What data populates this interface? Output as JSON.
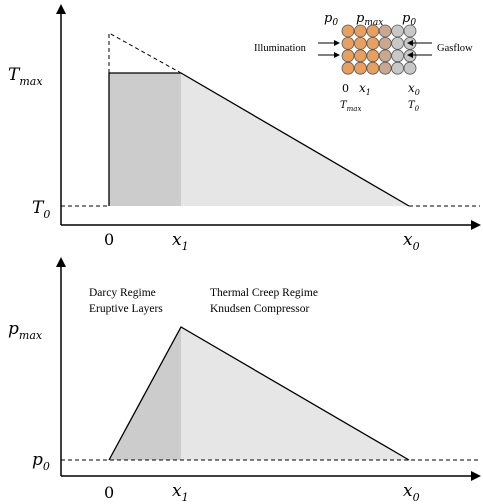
{
  "top_plot": {
    "y_labels": {
      "tmax_base": "T",
      "tmax_sub": "max",
      "t0_base": "T",
      "t0_sub": "0"
    },
    "x_labels": {
      "zero": "0",
      "x1_base": "x",
      "x1_sub": "1",
      "x0_base": "x",
      "x0_sub": "0"
    },
    "inset": {
      "p0_left_base": "p",
      "p0_left_sub": "0",
      "pmax_base": "p",
      "pmax_sub": "max",
      "p0_right_base": "p",
      "p0_right_sub": "0",
      "illumination": "Illumination",
      "gasflow": "Gasflow",
      "zero": "0",
      "x1_base": "x",
      "x1_sub": "1",
      "x0_base": "x",
      "x0_sub": "0",
      "tmax_base": "T",
      "tmax_sub": "max",
      "t0_base": "T",
      "t0_sub": "0",
      "colors": {
        "warm": "#e8a060",
        "mid": "#c8a890",
        "cool": "#c8c8c8"
      }
    }
  },
  "bottom_plot": {
    "y_labels": {
      "pmax_base": "p",
      "pmax_sub": "max",
      "p0_base": "p",
      "p0_sub": "0"
    },
    "x_labels": {
      "zero": "0",
      "x1_base": "x",
      "x1_sub": "1",
      "x0_base": "x",
      "x0_sub": "0"
    },
    "regime_left_line1": "Darcy Regime",
    "regime_left_line2": "Eruptive Layers",
    "regime_right_line1": "Thermal Creep Regime",
    "regime_right_line2": "Knudsen Compressor"
  },
  "colors": {
    "dark_region": "#cccccc",
    "light_region": "#e6e6e6",
    "axis": "#000000"
  }
}
